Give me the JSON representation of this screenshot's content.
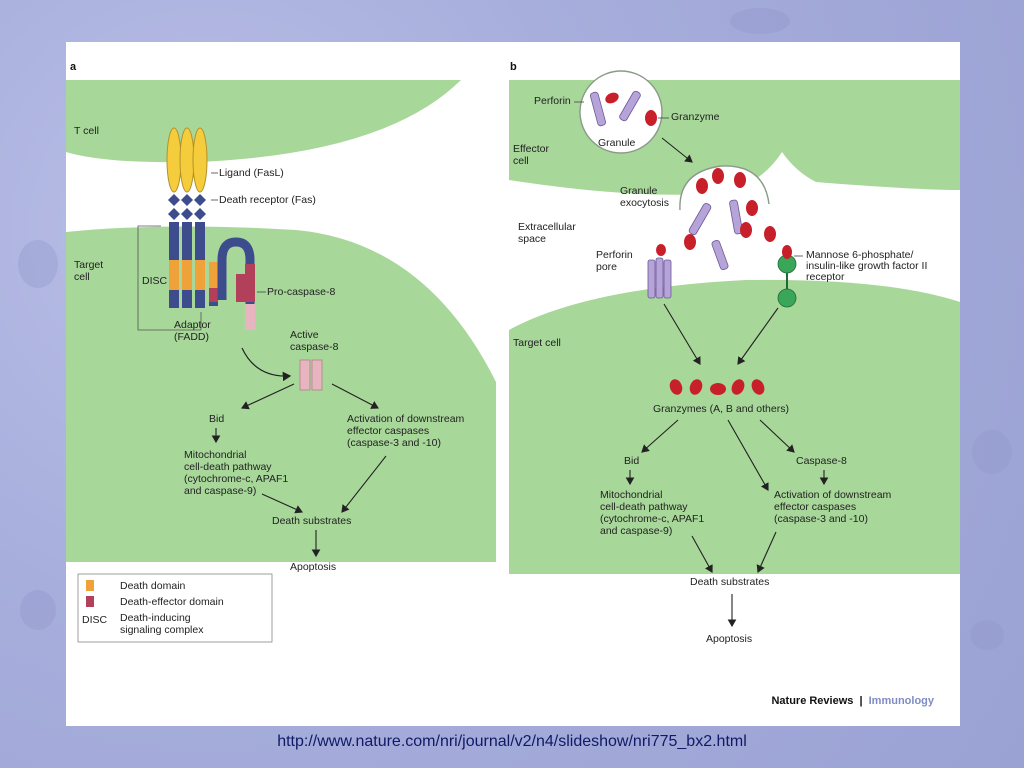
{
  "panel_a": {
    "letter": "a",
    "t_cell": "T cell",
    "target_cell": [
      "Target",
      "cell"
    ],
    "ligand": "Ligand (FasL)",
    "death_receptor": "Death receptor (Fas)",
    "disc": "DISC",
    "pro_caspase8": "Pro-caspase-8",
    "adaptor": [
      "Adaptor",
      "(FADD)"
    ],
    "active_caspase8": [
      "Active",
      "caspase-8"
    ],
    "bid": "Bid",
    "mito": [
      "Mitochondrial",
      "cell-death pathway",
      "(cytochrome-c, APAF1",
      "and caspase-9)"
    ],
    "activation": [
      "Activation of downstream",
      "effector caspases",
      "(caspase-3 and -10)"
    ],
    "death_substrates": "Death substrates",
    "apoptosis": "Apoptosis",
    "legend": {
      "death_domain": "Death domain",
      "death_effector_domain": "Death-effector domain",
      "disc_abbr": "DISC",
      "disc_full": [
        "Death-inducing",
        "signaling complex"
      ],
      "orange": "#f0a23a",
      "crimson": "#b2405a"
    }
  },
  "panel_b": {
    "letter": "b",
    "perforin": "Perforin",
    "granzyme": "Granzyme",
    "granule": "Granule",
    "effector_cell": [
      "Effector",
      "cell"
    ],
    "granule_exocytosis": [
      "Granule",
      "exocytosis"
    ],
    "extracellular_space": [
      "Extracellular",
      "space"
    ],
    "perforin_pore": [
      "Perforin",
      "pore"
    ],
    "m6p_receptor": [
      "Mannose 6-phosphate/",
      "insulin-like growth factor II",
      "receptor"
    ],
    "target_cell": "Target cell",
    "granzymes": "Granzymes (A, B and others)",
    "bid": "Bid",
    "caspase8": "Caspase-8",
    "mito": [
      "Mitochondrial",
      "cell-death pathway",
      "(cytochrome-c, APAF1",
      "and caspase-9)"
    ],
    "activation": [
      "Activation of downstream",
      "effector caspases",
      "(caspase-3 and -10)"
    ],
    "death_substrates": "Death substrates",
    "apoptosis": "Apoptosis"
  },
  "credit": {
    "journal": "Nature Reviews",
    "separator": "|",
    "section": "Immunology",
    "section_color": "#7f8cc4"
  },
  "colors": {
    "cell_green": "#a8d79a",
    "ligand_yellow": "#f5cd3c",
    "receptor_navy": "#3c4c8c",
    "granzyme_red": "#c8202a",
    "perforin_purple": "#b6a4d8",
    "receptor_green": "#3aa65a"
  },
  "footer_url": "http://www.nature.com/nri/journal/v2/n4/slideshow/nri775_bx2.html"
}
